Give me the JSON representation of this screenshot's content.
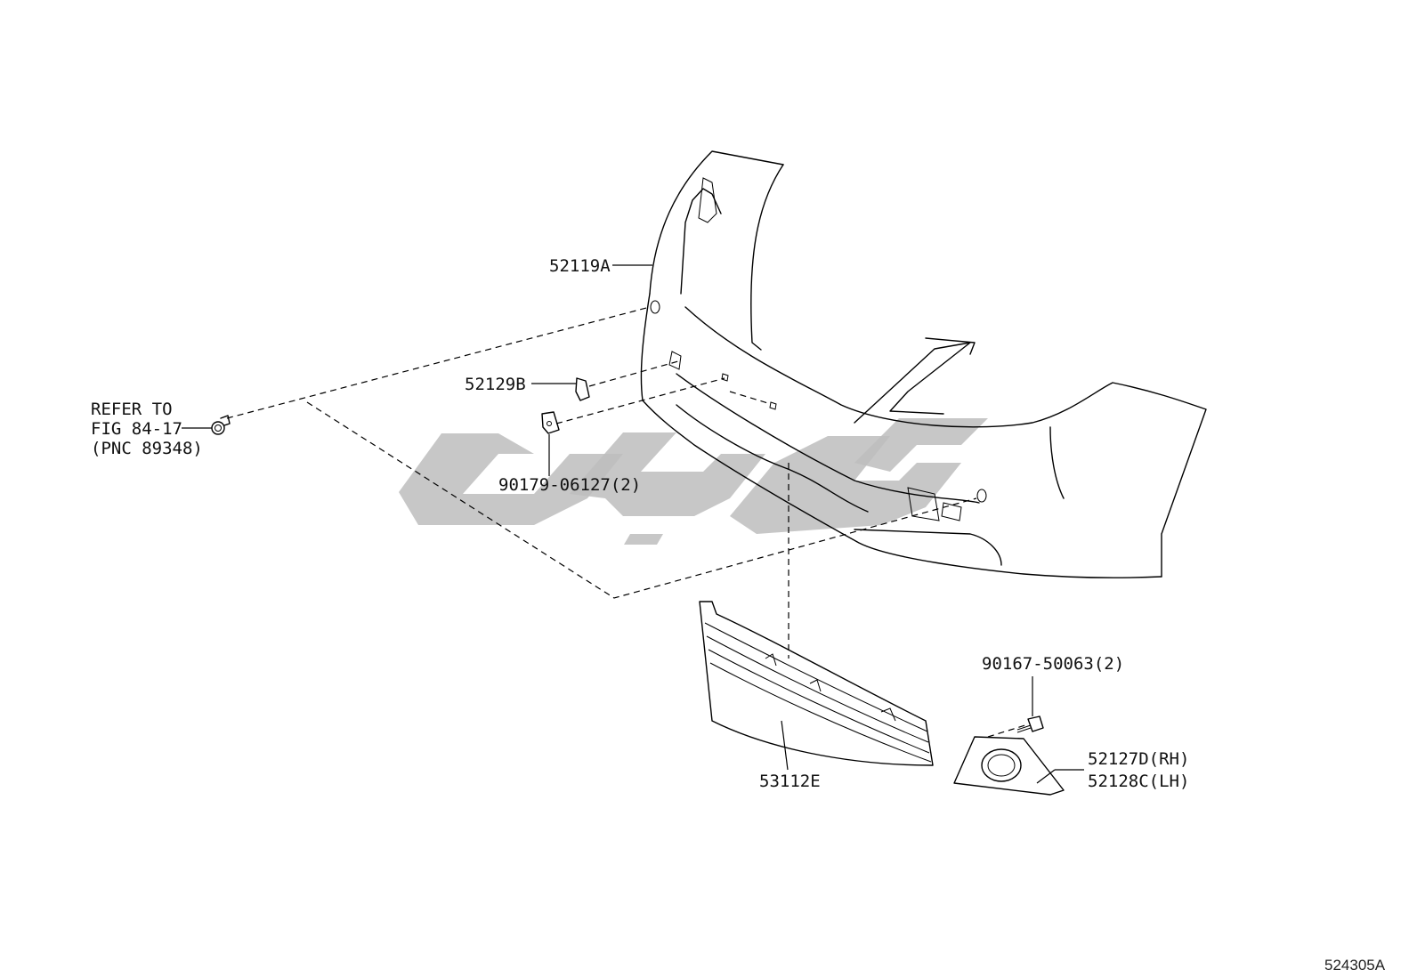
{
  "diagram": {
    "callouts": {
      "bumper_cover": "52119A",
      "cap": "52129B",
      "clip": "90179-06127(2)",
      "grille": "53112E",
      "screw": "90167-50063(2)",
      "fog_cover_rh": "52127D(RH)",
      "fog_cover_lh": "52128C(LH)"
    },
    "reference": {
      "line1": "REFER TO",
      "line2": "FIG 84-17",
      "line3": "(PNC 89348)"
    },
    "figure_code": "524305A"
  }
}
